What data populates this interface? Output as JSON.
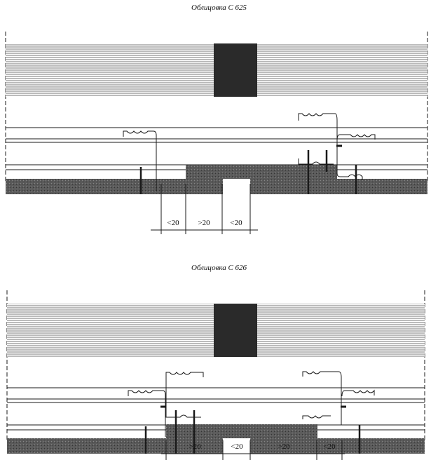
{
  "drawings": [
    {
      "title": "Облицовка С 625",
      "dimensions": [
        "<20",
        ">20",
        "<20"
      ]
    },
    {
      "title": "Облицовка С 626",
      "dimensions": [
        ">20",
        "<20",
        ">20",
        "<20"
      ]
    }
  ],
  "colors": {
    "ink": "#1a1a1a",
    "fill_dark": "#555555",
    "hatch": "#777777"
  }
}
